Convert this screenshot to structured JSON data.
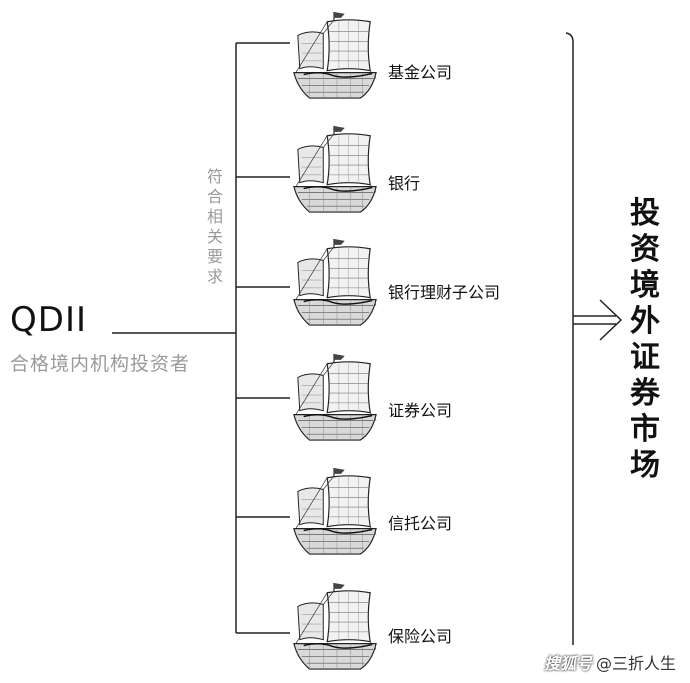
{
  "left": {
    "title": "QDII",
    "subtitle": "合格境内机构投资者",
    "requirement_label": "符合相关要求"
  },
  "institutions": [
    {
      "label": "基金公司",
      "icon": "sailing-ship-icon"
    },
    {
      "label": "银行",
      "icon": "sailing-ship-icon"
    },
    {
      "label": "银行理财子公司",
      "icon": "sailing-ship-icon"
    },
    {
      "label": "证券公司",
      "icon": "sailing-ship-icon"
    },
    {
      "label": "信托公司",
      "icon": "sailing-ship-icon"
    },
    {
      "label": "保险公司",
      "icon": "sailing-ship-icon"
    }
  ],
  "target": {
    "label": "投资境外证券市场",
    "arrow_icon": "double-arrow-right-icon"
  },
  "watermark": {
    "platform": "搜狐号",
    "author": "@三折人生"
  }
}
